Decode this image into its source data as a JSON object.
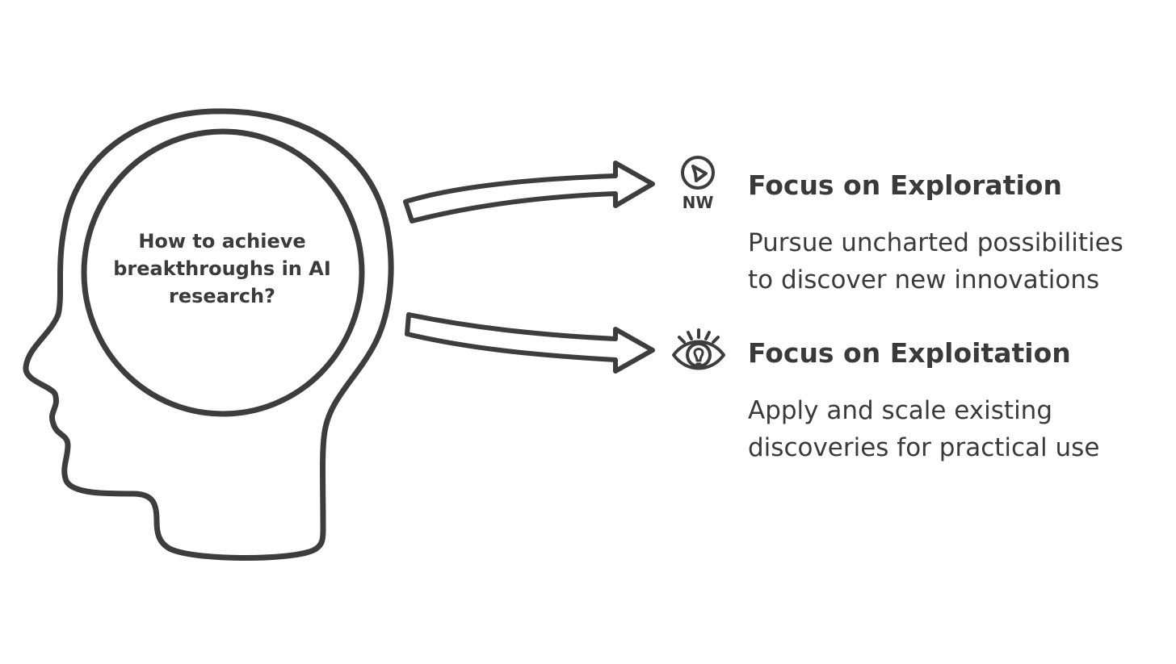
{
  "question": "How to achieve breakthroughs in AI research?",
  "branches": [
    {
      "title": "Focus on Exploration",
      "description": "Pursue uncharted possibilities to discover new innovations",
      "icon": "compass-nw-icon",
      "icon_label": "NW"
    },
    {
      "title": "Focus on Exploitation",
      "description": "Apply and scale existing discoveries for practical use",
      "icon": "eye-lightbulb-icon"
    }
  ],
  "colors": {
    "stroke": "#3d3d3d",
    "text": "#3a3a3a",
    "background": "#ffffff"
  }
}
